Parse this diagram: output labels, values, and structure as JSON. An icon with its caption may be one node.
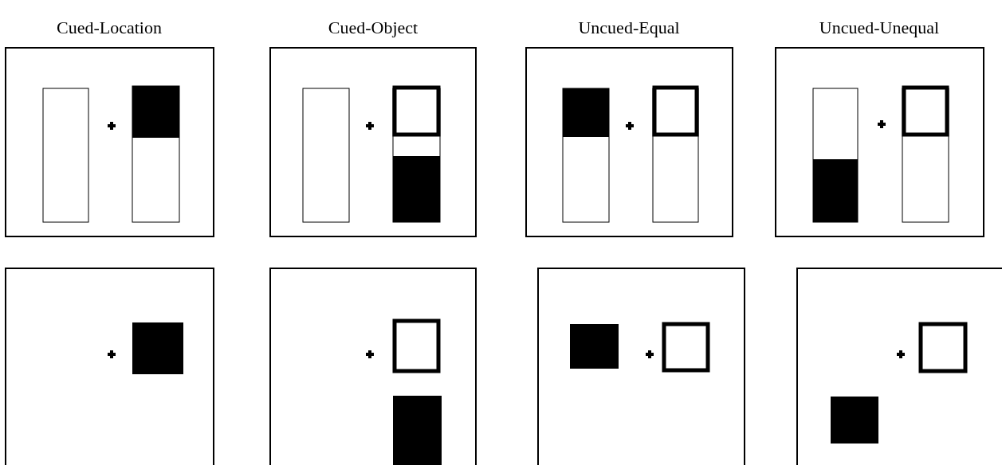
{
  "diagram": {
    "labels": [
      "Cued-Location",
      "Cued-Object",
      "Uncued-Equal",
      "Uncued-Unequal"
    ]
  }
}
